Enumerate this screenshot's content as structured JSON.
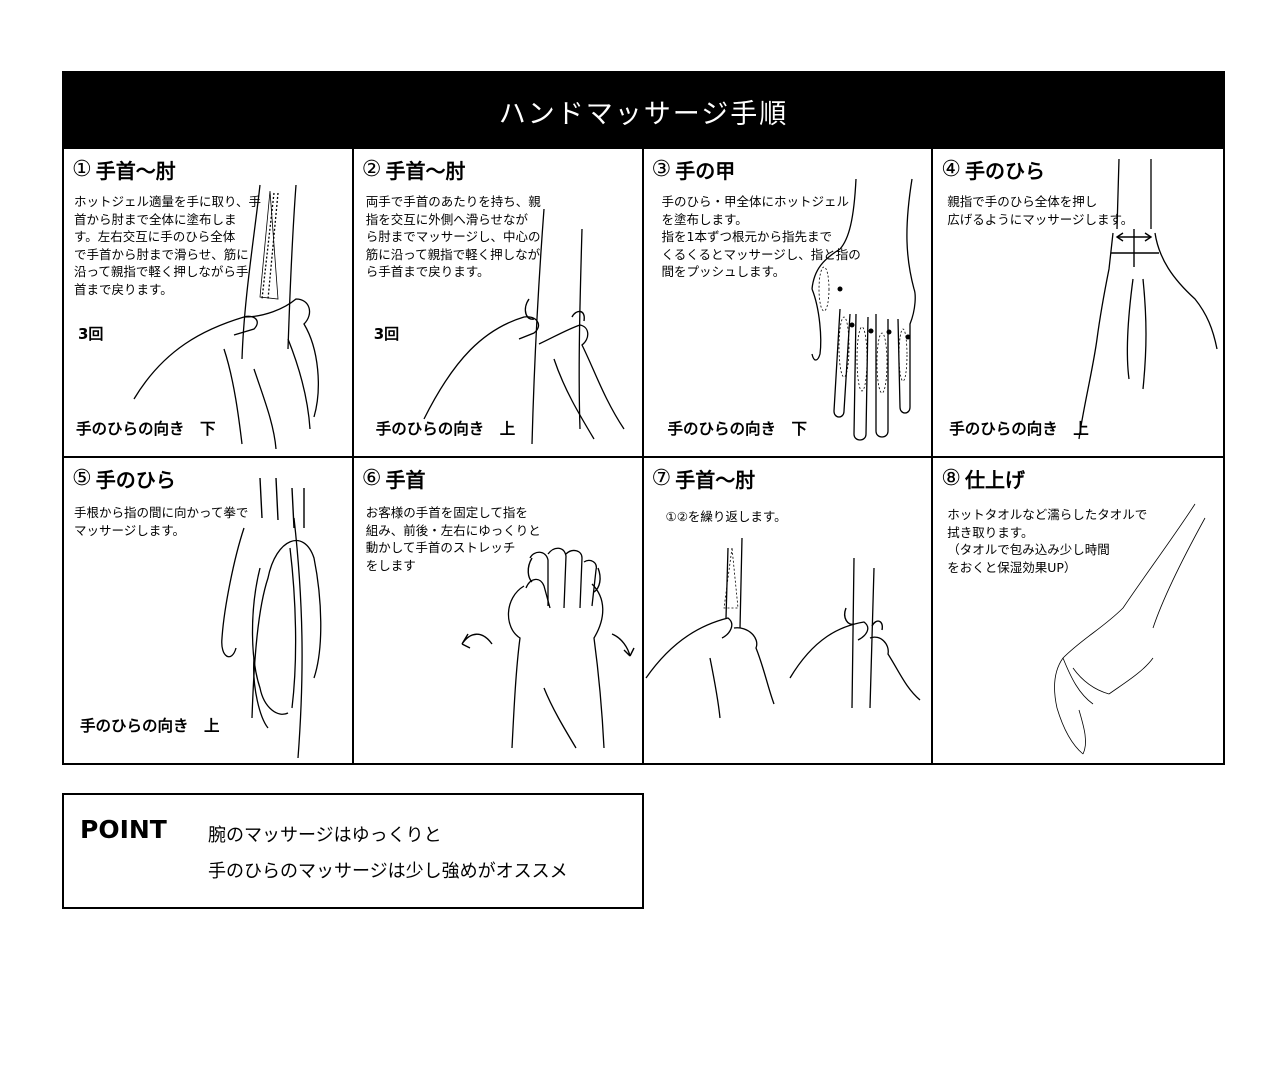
{
  "title": "ハンドマッサージ手順",
  "steps": [
    {
      "num": "①",
      "title": "手首〜肘",
      "desc": "ホットジェル適量を手に取り、手\n首から肘まで全体に塗布しま\nす。左右交互に手のひら全体\nで手首から肘まで滑らせ、筋に\n沿って親指で軽く押しながら手\n首まで戻ります。",
      "count": "3回",
      "orientation": "手のひらの向き　下"
    },
    {
      "num": "②",
      "title": "手首〜肘",
      "desc": "両手で手首のあたりを持ち、親\n指を交互に外側へ滑らせなが\nら肘までマッサージし、中心の\n筋に沿って親指で軽く押しなが\nら手首まで戻ります。",
      "count": "3回",
      "orientation": "手のひらの向き　上"
    },
    {
      "num": "③",
      "title": "手の甲",
      "desc": "手のひら・甲全体にホットジェル\nを塗布します。\n指を1本ずつ根元から指先まで\nくるくるとマッサージし、指と指の\n間をプッシュします。",
      "orientation": "手のひらの向き　下"
    },
    {
      "num": "④",
      "title": "手のひら",
      "desc": "親指で手のひら全体を押し\n広げるようにマッサージします。",
      "orientation": "手のひらの向き　上"
    },
    {
      "num": "⑤",
      "title": "手のひら",
      "desc": "手根から指の間に向かって拳で\nマッサージします。",
      "orientation": "手のひらの向き　上"
    },
    {
      "num": "⑥",
      "title": "手首",
      "desc": "お客様の手首を固定して指を\n組み、前後・左右にゆっくりと\n動かして手首のストレッチ\nをします"
    },
    {
      "num": "⑦",
      "title": "手首〜肘",
      "desc": "①②を繰り返します。"
    },
    {
      "num": "⑧",
      "title": "仕上げ",
      "desc": "ホットタオルなど濡らしたタオルで\n拭き取ります。\n（タオルで包み込み少し時間\nをおくと保湿効果UP）"
    }
  ],
  "point": {
    "label": "POINT",
    "line1": "腕のマッサージはゆっくりと",
    "line2": "手のひらのマッサージは少し強めがオススメ"
  }
}
